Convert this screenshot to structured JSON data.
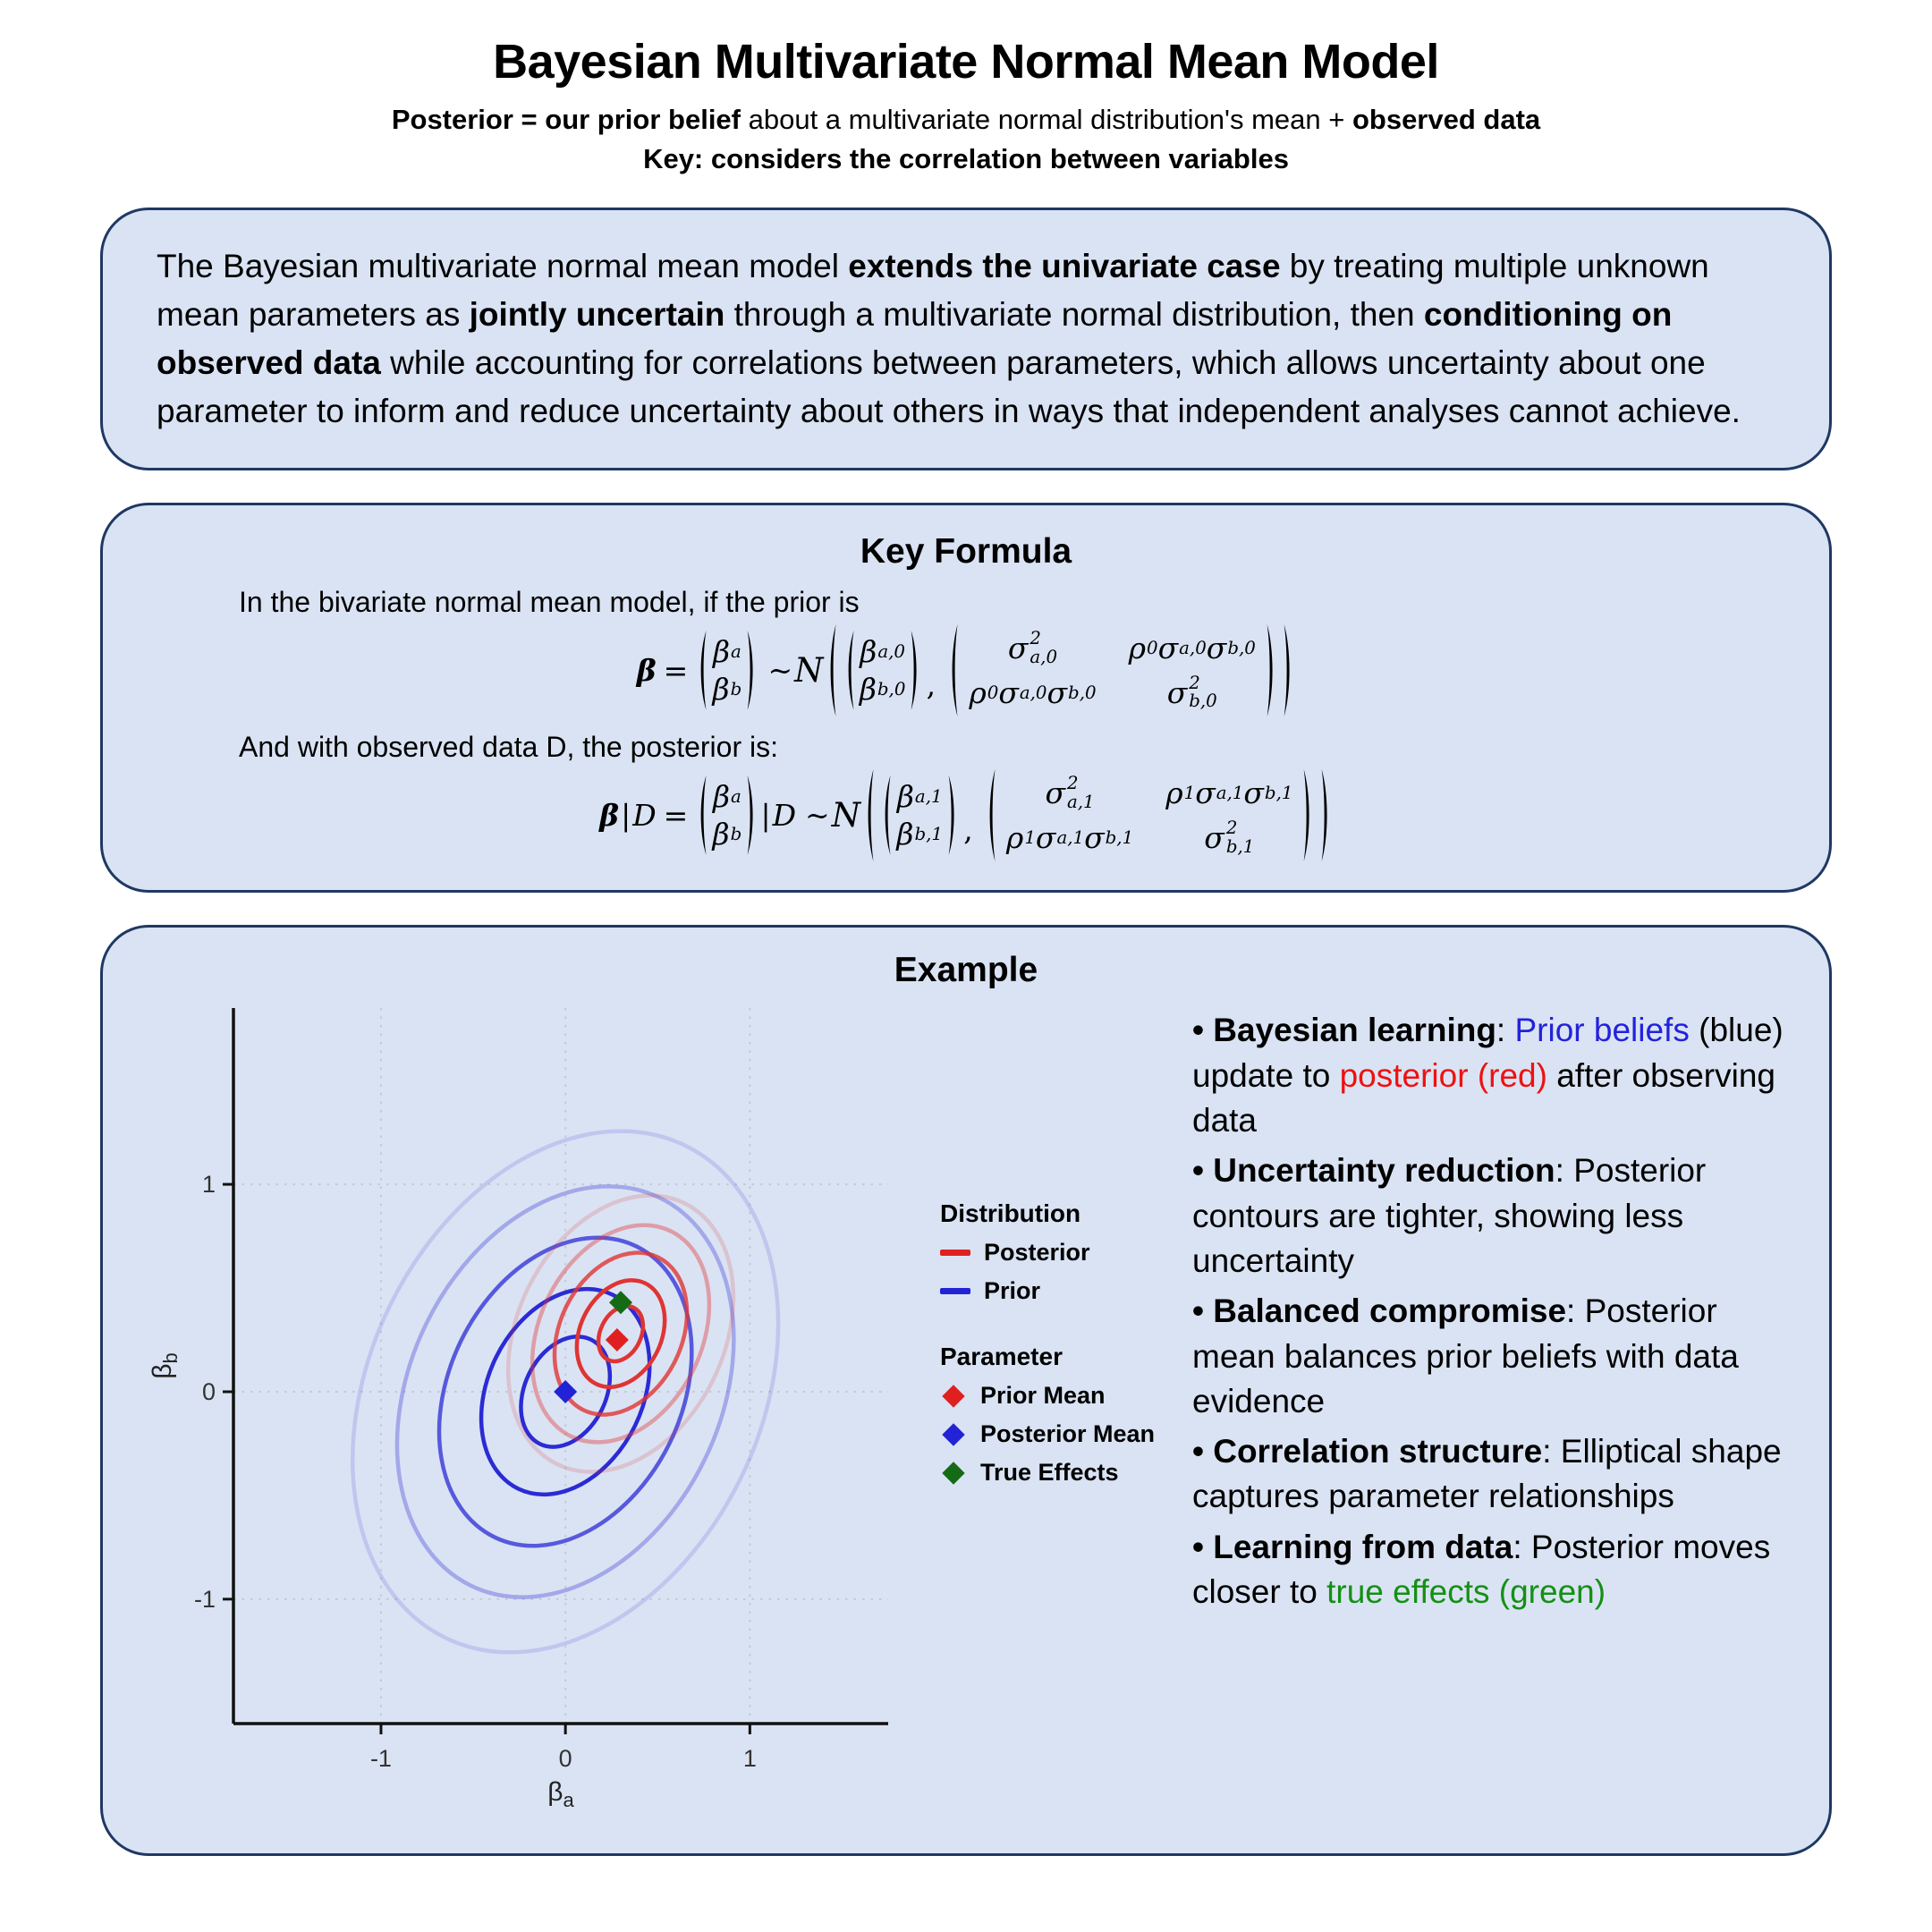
{
  "theme": {
    "panel_fill": "#dae3f3",
    "panel_border": "#1f3864"
  },
  "header": {
    "title": "Bayesian Multivariate Normal Mean Model",
    "subtitle1": [
      {
        "t": "Posterior = our prior belief",
        "b": true
      },
      {
        "t": " about a multivariate normal distribution's mean + "
      },
      {
        "t": "observed data",
        "b": true
      }
    ],
    "subtitle2": "Key: considers the correlation between variables"
  },
  "intro": {
    "text": [
      {
        "t": "The Bayesian multivariate normal mean model "
      },
      {
        "t": "extends the univariate case",
        "b": true
      },
      {
        "t": " by treating multiple unknown mean parameters as "
      },
      {
        "t": "jointly uncertain",
        "b": true
      },
      {
        "t": " through a multivariate normal distribution, then "
      },
      {
        "t": "conditioning on observed data",
        "b": true
      },
      {
        "t": " while accounting for correlations between parameters, which allows uncertainty about one parameter to inform and reduce uncertainty about others in ways that independent analyses cannot achieve."
      }
    ]
  },
  "formula": {
    "title": "Key Formula",
    "line1": "In the bivariate normal mean model, if the prior is",
    "line2": "And with observed data D, the posterior is:",
    "f1": [
      {
        "tok": {
          "b": "β",
          "bi": true
        }
      },
      {
        "txt": "="
      },
      {
        "col": [
          [
            {
              "tok": {
                "b": "β",
                "sub": "a"
              }
            }
          ],
          [
            {
              "tok": {
                "b": "β",
                "sub": "b"
              }
            }
          ]
        ]
      },
      {
        "txt": "~",
        "cls": "op"
      },
      {
        "txt": "N",
        "cls": "script"
      },
      {
        "grp": [
          {
            "col": [
              [
                {
                  "tok": {
                    "b": "β",
                    "sub": "a,0"
                  }
                }
              ],
              [
                {
                  "tok": {
                    "b": "β",
                    "sub": "b,0"
                  }
                }
              ]
            ]
          },
          {
            "txt": ",",
            "cls": "comma"
          },
          {
            "mat": [
              [
                [
                  {
                    "tok": {
                      "b": "σ",
                      "sup": "2",
                      "sub": "a,0"
                    }
                  }
                ],
                [
                  {
                    "tok": {
                      "b": "ρ",
                      "sub": "0"
                    }
                  },
                  {
                    "tok": {
                      "b": "σ",
                      "sub": "a,0"
                    }
                  },
                  {
                    "tok": {
                      "b": "σ",
                      "sub": "b,0"
                    }
                  }
                ]
              ],
              [
                [
                  {
                    "tok": {
                      "b": "ρ",
                      "sub": "0"
                    }
                  },
                  {
                    "tok": {
                      "b": "σ",
                      "sub": "a,0"
                    }
                  },
                  {
                    "tok": {
                      "b": "σ",
                      "sub": "b,0"
                    }
                  }
                ],
                [
                  {
                    "tok": {
                      "b": "σ",
                      "sup": "2",
                      "sub": "b,0"
                    }
                  }
                ]
              ]
            ]
          }
        ]
      }
    ],
    "f2": [
      {
        "tok": {
          "b": "β",
          "bi": true
        }
      },
      {
        "txt": "|",
        "cls": "bar"
      },
      {
        "tok": {
          "b": "D"
        }
      },
      {
        "txt": "="
      },
      {
        "col": [
          [
            {
              "tok": {
                "b": "β",
                "sub": "a"
              }
            }
          ],
          [
            {
              "tok": {
                "b": "β",
                "sub": "b"
              }
            }
          ]
        ]
      },
      {
        "txt": "|",
        "cls": "bar"
      },
      {
        "tok": {
          "b": "D"
        }
      },
      {
        "txt": "~",
        "cls": "op"
      },
      {
        "txt": "N",
        "cls": "script"
      },
      {
        "grp": [
          {
            "col": [
              [
                {
                  "tok": {
                    "b": "β",
                    "sub": "a,1"
                  }
                }
              ],
              [
                {
                  "tok": {
                    "b": "β",
                    "sub": "b,1"
                  }
                }
              ]
            ]
          },
          {
            "txt": ",",
            "cls": "comma"
          },
          {
            "mat": [
              [
                [
                  {
                    "tok": {
                      "b": "σ",
                      "sup": "2",
                      "sub": "a,1"
                    }
                  }
                ],
                [
                  {
                    "tok": {
                      "b": "ρ",
                      "sub": "1"
                    }
                  },
                  {
                    "tok": {
                      "b": "σ",
                      "sub": "a,1"
                    }
                  },
                  {
                    "tok": {
                      "b": "σ",
                      "sub": "b,1"
                    }
                  }
                ]
              ],
              [
                [
                  {
                    "tok": {
                      "b": "ρ",
                      "sub": "1"
                    }
                  },
                  {
                    "tok": {
                      "b": "σ",
                      "sub": "a,1"
                    }
                  },
                  {
                    "tok": {
                      "b": "σ",
                      "sub": "b,1"
                    }
                  }
                ],
                [
                  {
                    "tok": {
                      "b": "σ",
                      "sup": "2",
                      "sub": "b,1"
                    }
                  }
                ]
              ]
            ]
          }
        ]
      }
    ]
  },
  "example": {
    "title": "Example",
    "legend": {
      "dist_title": "Distribution",
      "dist_items": [
        {
          "label": "Posterior",
          "color": "#e02020"
        },
        {
          "label": "Prior",
          "color": "#2222d6"
        }
      ],
      "param_title": "Parameter",
      "param_items": [
        {
          "label": "Prior Mean",
          "color": "#e02020"
        },
        {
          "label": "Posterior Mean",
          "color": "#2222d6"
        },
        {
          "label": "True Effects",
          "color": "#156b15"
        }
      ]
    },
    "bullets": [
      [
        {
          "t": "• Bayesian learning",
          "b": true
        },
        {
          "t": ": "
        },
        {
          "t": "Prior beliefs",
          "c": "#2222dd"
        },
        {
          "t": " (blue) update to "
        },
        {
          "t": "posterior (red)",
          "c": "#ee1111"
        },
        {
          "t": " after observing data"
        }
      ],
      [
        {
          "t": "• Uncertainty reduction",
          "b": true
        },
        {
          "t": ": Posterior contours are tighter, showing less uncertainty"
        }
      ],
      [
        {
          "t": "• Balanced compromise",
          "b": true
        },
        {
          "t": ": Posterior mean balances prior beliefs with data evidence"
        }
      ],
      [
        {
          "t": "• Correlation structure",
          "b": true
        },
        {
          "t": ": Elliptical shape captures parameter relationships"
        }
      ],
      [
        {
          "t": "• Learning from data",
          "b": true
        },
        {
          "t": ": Posterior moves closer to "
        },
        {
          "t": "true effects (green)",
          "c": "#149014"
        }
      ]
    ]
  },
  "chart_data": {
    "type": "contour",
    "title": "Example",
    "xlabel": {
      "base": "β",
      "sub": "a"
    },
    "ylabel": {
      "base": "β",
      "sub": "b"
    },
    "xlim": [
      -1.8,
      1.75
    ],
    "ylim": [
      -1.6,
      1.85
    ],
    "x_ticks": [
      -1,
      0,
      1
    ],
    "y_ticks": [
      -1,
      0,
      1
    ],
    "grid": "dotted",
    "series": [
      {
        "name": "Prior",
        "color": "#2b2bd5",
        "center": [
          0,
          0
        ],
        "angle_deg": 26,
        "levels": [
          {
            "rx": 1.06,
            "ry": 1.32,
            "opacity": 0.15
          },
          {
            "rx": 0.84,
            "ry": 1.04,
            "opacity": 0.32
          },
          {
            "rx": 0.63,
            "ry": 0.78,
            "opacity": 0.75
          },
          {
            "rx": 0.42,
            "ry": 0.52,
            "opacity": 1
          },
          {
            "rx": 0.22,
            "ry": 0.28,
            "opacity": 1
          }
        ]
      },
      {
        "name": "Posterior",
        "color": "#e03434",
        "center": [
          0.3,
          0.28
        ],
        "angle_deg": 26,
        "levels": [
          {
            "rx": 0.56,
            "ry": 0.7,
            "opacity": 0.18
          },
          {
            "rx": 0.44,
            "ry": 0.55,
            "opacity": 0.4
          },
          {
            "rx": 0.33,
            "ry": 0.41,
            "opacity": 0.8
          },
          {
            "rx": 0.22,
            "ry": 0.27,
            "opacity": 1
          },
          {
            "rx": 0.11,
            "ry": 0.14,
            "opacity": 1
          }
        ]
      }
    ],
    "points": [
      {
        "name": "Prior Mean",
        "color": "#e02020",
        "x": 0.28,
        "y": 0.25
      },
      {
        "name": "Posterior Mean",
        "color": "#2222d6",
        "x": 0,
        "y": 0
      },
      {
        "name": "True Effects",
        "color": "#156b15",
        "x": 0.3,
        "y": 0.43
      }
    ]
  }
}
